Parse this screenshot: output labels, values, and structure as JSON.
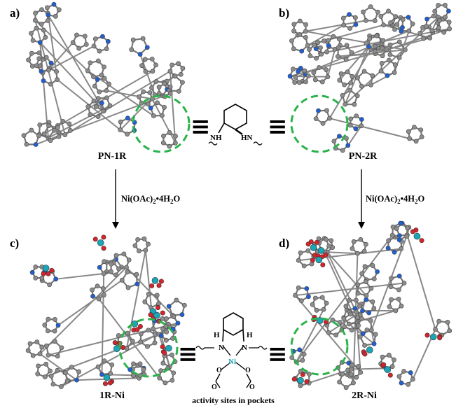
{
  "panels": {
    "a": {
      "letter": "a)",
      "label": "PN-1R"
    },
    "b": {
      "letter": "b)",
      "label": "PN-2R"
    },
    "c": {
      "letter": "c)",
      "label": "1R-Ni"
    },
    "d": {
      "letter": "d)",
      "label": "2R-Ni"
    }
  },
  "reaction": {
    "reagent_main": "Ni(OAc)",
    "reagent_sub": "2",
    "reagent_dot": "•4H",
    "reagent_sub2": "2",
    "reagent_end": "O"
  },
  "center_top": {
    "nh_left": "NH",
    "nh_right": "HN",
    "equiv_symbol": "≡"
  },
  "center_bottom": {
    "h_left": "H",
    "h_right": "H",
    "n_left": "N",
    "n_right": "N",
    "ni": "Ni",
    "o_1": "O",
    "o_2": "O",
    "o_3": "O",
    "o_4": "O",
    "caption": "activity sites in pockets",
    "equiv_symbol": "≡"
  },
  "colors": {
    "carbon": "#8c8c8c",
    "nitrogen": "#1f5fd1",
    "oxygen": "#d8232a",
    "nickel": "#1aa6b7",
    "highlight_circle": "#2ab34a"
  }
}
